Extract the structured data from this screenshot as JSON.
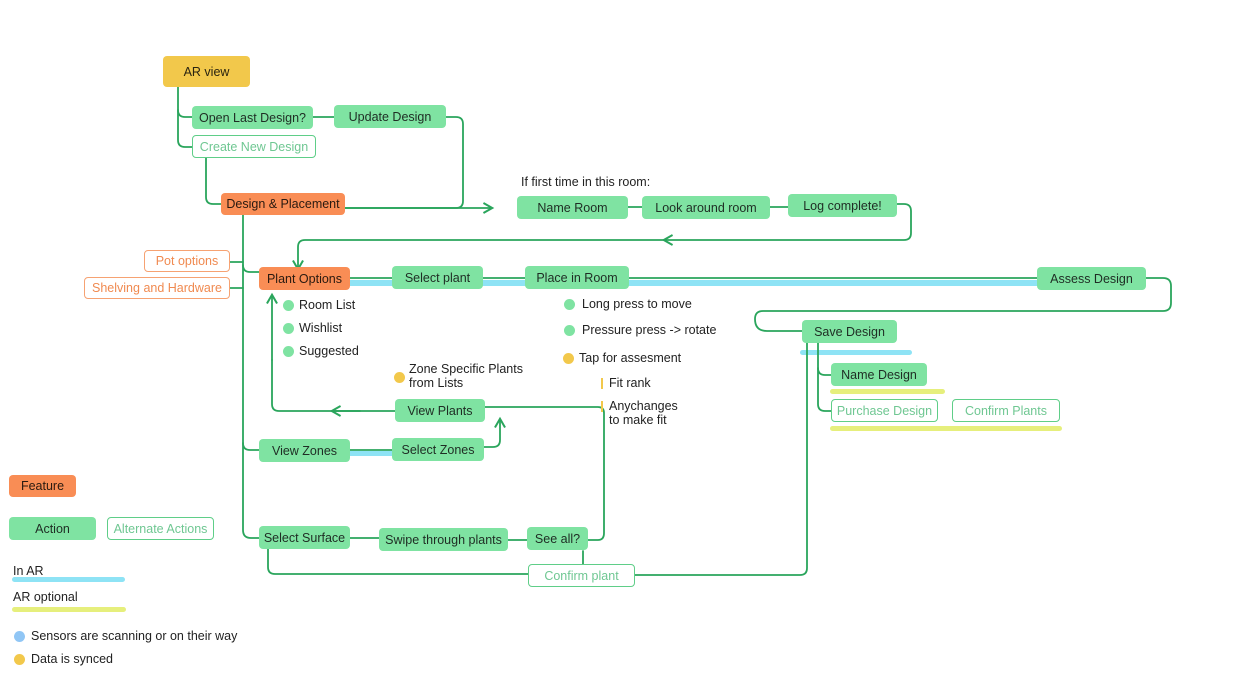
{
  "colors": {
    "action": "#7fe3a2",
    "feature": "#f98d55",
    "ar_view": "#f2c84b",
    "connector": "#2aa55c",
    "in_ar": "#8ee3f5",
    "ar_optional": "#e6ef7c",
    "sensors_dot": "#90c6f5",
    "synced_dot": "#f2c84b"
  },
  "nodes": {
    "ar_view": "AR view",
    "open_last_design": "Open Last Design?",
    "update_design": "Update Design",
    "create_new_design": "Create New Design",
    "design_placement": "Design & Placement",
    "first_time_note": "If first time in this room:",
    "name_room": "Name Room",
    "look_around_room": "Look around room",
    "log_complete": "Log complete!",
    "pot_options": "Pot options",
    "shelving_hardware": "Shelving and Hardware",
    "plant_options": "Plant Options",
    "select_plant": "Select plant",
    "place_in_room": "Place in Room",
    "assess_design": "Assess Design",
    "save_design": "Save Design",
    "name_design": "Name Design",
    "purchase_design": "Purchase Design",
    "confirm_plants": "Confirm Plants",
    "view_plants": "View Plants",
    "view_zones": "View Zones",
    "select_zones": "Select Zones",
    "select_surface": "Select Surface",
    "swipe_through_plants": "Swipe through plants",
    "see_all": "See all?",
    "confirm_plant": "Confirm plant"
  },
  "plant_option_items": [
    "Room List",
    "Wishlist",
    "Suggested"
  ],
  "place_items": {
    "long_press": "Long press to move",
    "pressure_press": "Pressure press -> rotate",
    "tap_assess": "Tap for assesment",
    "fit_rank": "Fit rank",
    "any_changes_1": "Anychanges",
    "any_changes_2": "to make fit"
  },
  "zone_note": {
    "line1": "Zone Specific Plants",
    "line2": "from Lists"
  },
  "legend": {
    "feature": "Feature",
    "action": "Action",
    "alternate_actions": "Alternate Actions",
    "in_ar": "In AR",
    "ar_optional": "AR optional",
    "sensors": "Sensors are scanning or on their way",
    "synced": "Data is synced"
  }
}
